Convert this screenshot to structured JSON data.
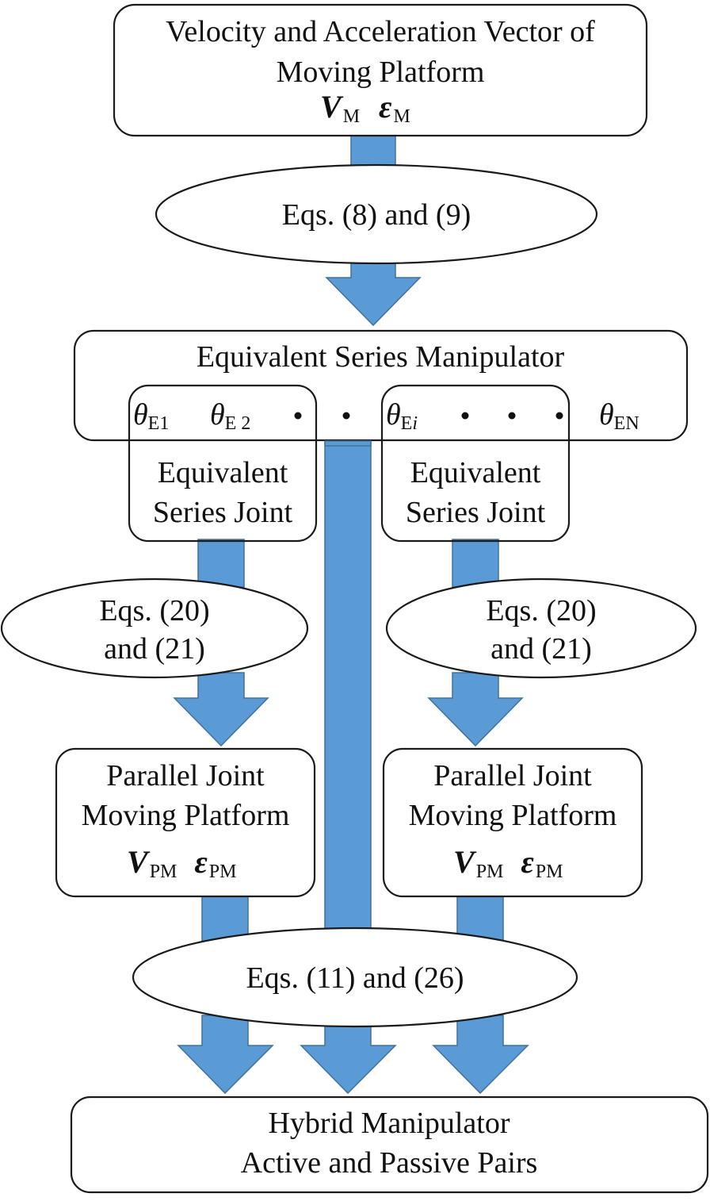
{
  "top_box": {
    "line1": "Velocity and Acceleration Vector of",
    "line2": "Moving Platform",
    "sym1": "V",
    "sym1_sub": "M",
    "sym2": "ε",
    "sym2_sub": "M"
  },
  "eq_top": "Eqs. (8) and (9)",
  "series_box": {
    "title": "Equivalent Series Manipulator",
    "theta": "θ",
    "t1_sub": "E1",
    "t2_sub": "E 2",
    "ti_sub": "E",
    "ti_sub_italic": "i",
    "tn_sub": "EN"
  },
  "joint_left": {
    "line1": "Equivalent",
    "line2": "Series Joint"
  },
  "joint_right": {
    "line1": "Equivalent",
    "line2": "Series Joint"
  },
  "eq_left": {
    "line1": "Eqs. (20)",
    "line2": "and (21)"
  },
  "eq_right": {
    "line1": "Eqs. (20)",
    "line2": "and (21)"
  },
  "pj_left": {
    "line1": "Parallel Joint",
    "line2": "Moving Platform",
    "sym1": "V",
    "sym1_sub": "PM",
    "sym2": "ε",
    "sym2_sub": "PM"
  },
  "pj_right": {
    "line1": "Parallel Joint",
    "line2": "Moving Platform",
    "sym1": "V",
    "sym1_sub": "PM",
    "sym2": "ε",
    "sym2_sub": "PM"
  },
  "eq_bottom": "Eqs. (11) and (26)",
  "bottom_box": {
    "line1": "Hybrid Manipulator",
    "line2": "Active and Passive Pairs"
  },
  "colors": {
    "arrow_fill": "#5b9bd5",
    "arrow_stroke": "#41719c",
    "border": "#1a1a1a"
  }
}
